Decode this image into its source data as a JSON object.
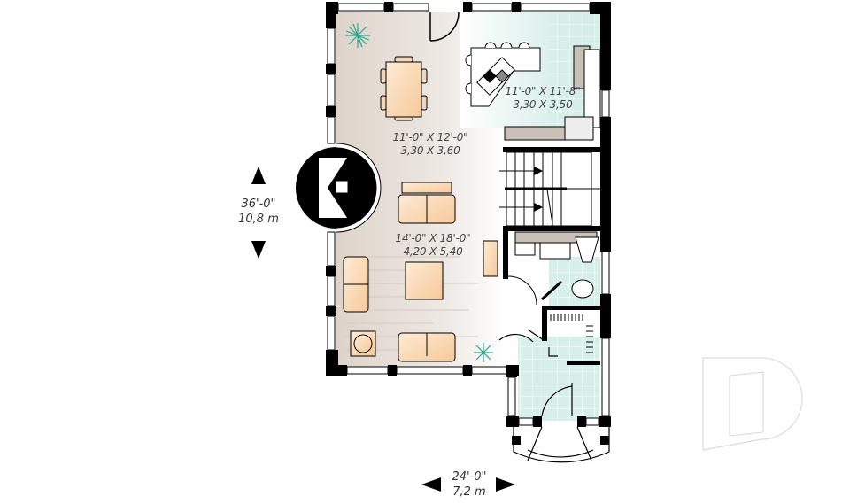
{
  "plan": {
    "type": "floor-plan",
    "level": "ground floor",
    "colors": {
      "wall": "#000000",
      "floor_living": "#e6ddd5",
      "floor_tile": "#d6efe9",
      "furniture_fill": "#f9d9b2",
      "plant": "#2aa88a",
      "watermark": "#dcdcdc"
    }
  },
  "rooms": [
    {
      "name": "dining",
      "imperial": "11'-0\" X 12'-0\"",
      "metric": "3,30 X 3,60"
    },
    {
      "name": "living",
      "imperial": "14'-0\" X 18'-0\"",
      "metric": "4,20 X 5,40"
    },
    {
      "name": "kitchen",
      "imperial": "11'-0\" X 11'-8\"",
      "metric": "3,30 X 3,50"
    }
  ],
  "dimensions": {
    "depth": {
      "imperial": "36'-0\"",
      "metric": "10,8 m"
    },
    "width": {
      "imperial": "24'-0\"",
      "metric": "7,2 m"
    }
  },
  "watermark": {
    "icon": "logo-d-icon"
  }
}
